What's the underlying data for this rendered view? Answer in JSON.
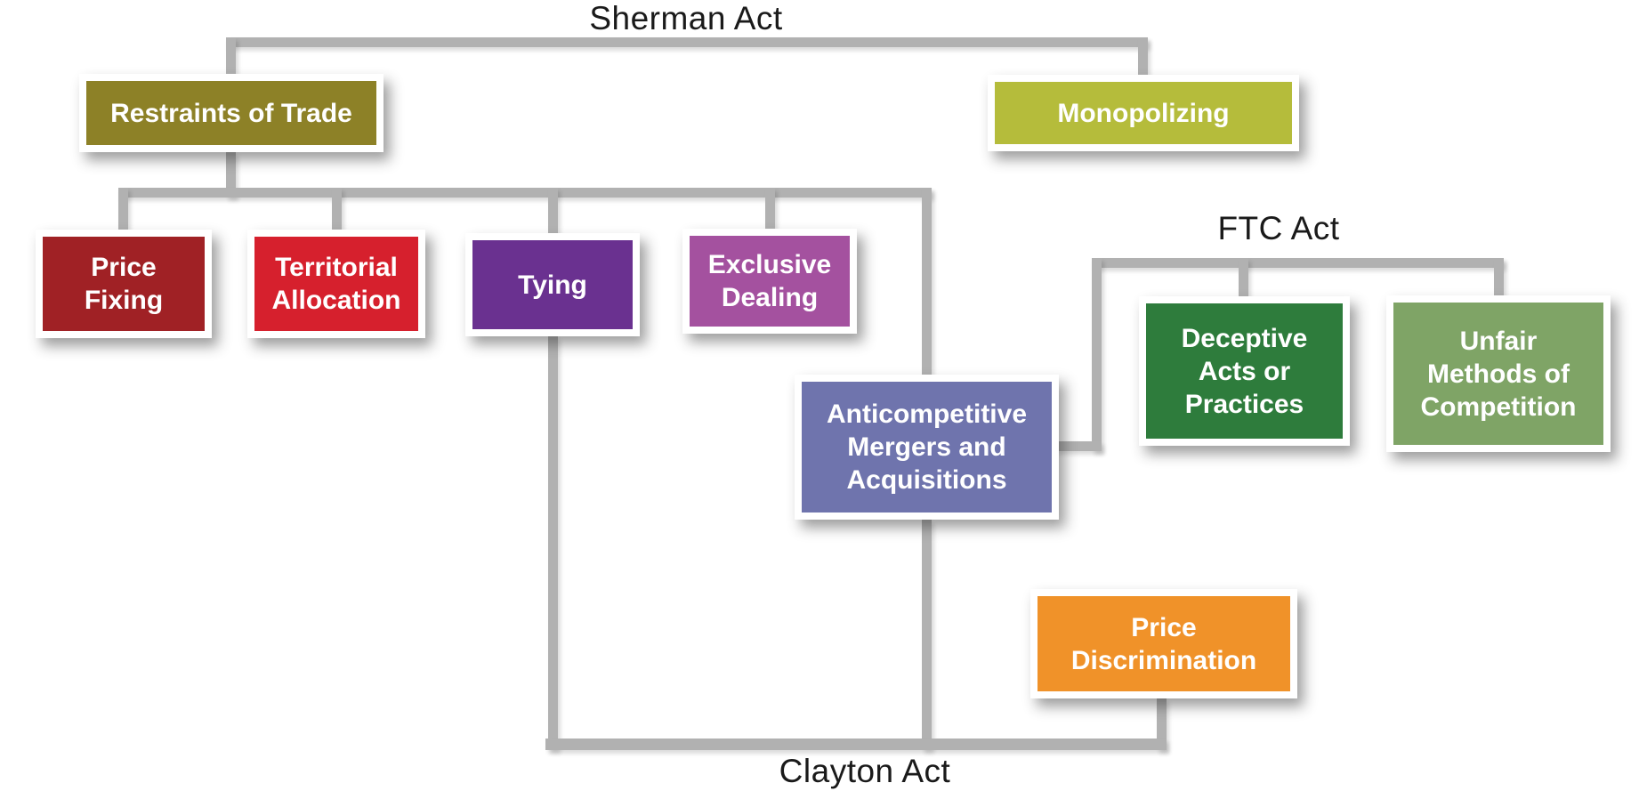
{
  "acts": {
    "sherman": "Sherman Act",
    "ftc": "FTC Act",
    "clayton": "Clayton Act"
  },
  "boxes": [
    {
      "id": "restraints-of-trade",
      "label": "Restraints of Trade",
      "color": "#8D8127"
    },
    {
      "id": "monopolizing",
      "label": "Monopolizing",
      "color": "#B5BC3B"
    },
    {
      "id": "price-fixing",
      "label": "Price\nFixing",
      "color": "#A02125"
    },
    {
      "id": "territorial-allocation",
      "label": "Territorial\nAllocation",
      "color": "#D6202D"
    },
    {
      "id": "tying",
      "label": "Tying",
      "color": "#6A3190"
    },
    {
      "id": "exclusive-dealing",
      "label": "Exclusive\nDealing",
      "color": "#A4519F"
    },
    {
      "id": "anticompetitive-mergers-and-acquisitions",
      "label": "Anticompetitive\nMergers and\nAcquisitions",
      "color": "#6F74AD"
    },
    {
      "id": "deceptive-acts-or-practices",
      "label": "Deceptive\nActs or\nPractices",
      "color": "#2E7C3C"
    },
    {
      "id": "unfair-methods-of-competition",
      "label": "Unfair\nMethods of\nCompetition",
      "color": "#7FA466"
    },
    {
      "id": "price-discrimination",
      "label": "Price\nDiscrimination",
      "color": "#F09229"
    }
  ],
  "connections": [
    {
      "from": "Sherman Act",
      "to": [
        "Restraints of Trade",
        "Monopolizing"
      ]
    },
    {
      "from": "Restraints of Trade",
      "to": [
        "Price Fixing",
        "Territorial Allocation",
        "Tying",
        "Exclusive Dealing",
        "Anticompetitive Mergers and Acquisitions"
      ]
    },
    {
      "from": "FTC Act",
      "to": [
        "Anticompetitive Mergers and Acquisitions",
        "Deceptive Acts or Practices",
        "Unfair Methods of Competition"
      ]
    },
    {
      "from": "Clayton Act",
      "to": [
        "Tying",
        "Anticompetitive Mergers and Acquisitions",
        "Price Discrimination"
      ]
    }
  ],
  "colors": {
    "connector": "#B1B1B1",
    "box_text": "#FFFFFF",
    "label_text": "#1A1A1A",
    "background": "#FFFFFF"
  }
}
